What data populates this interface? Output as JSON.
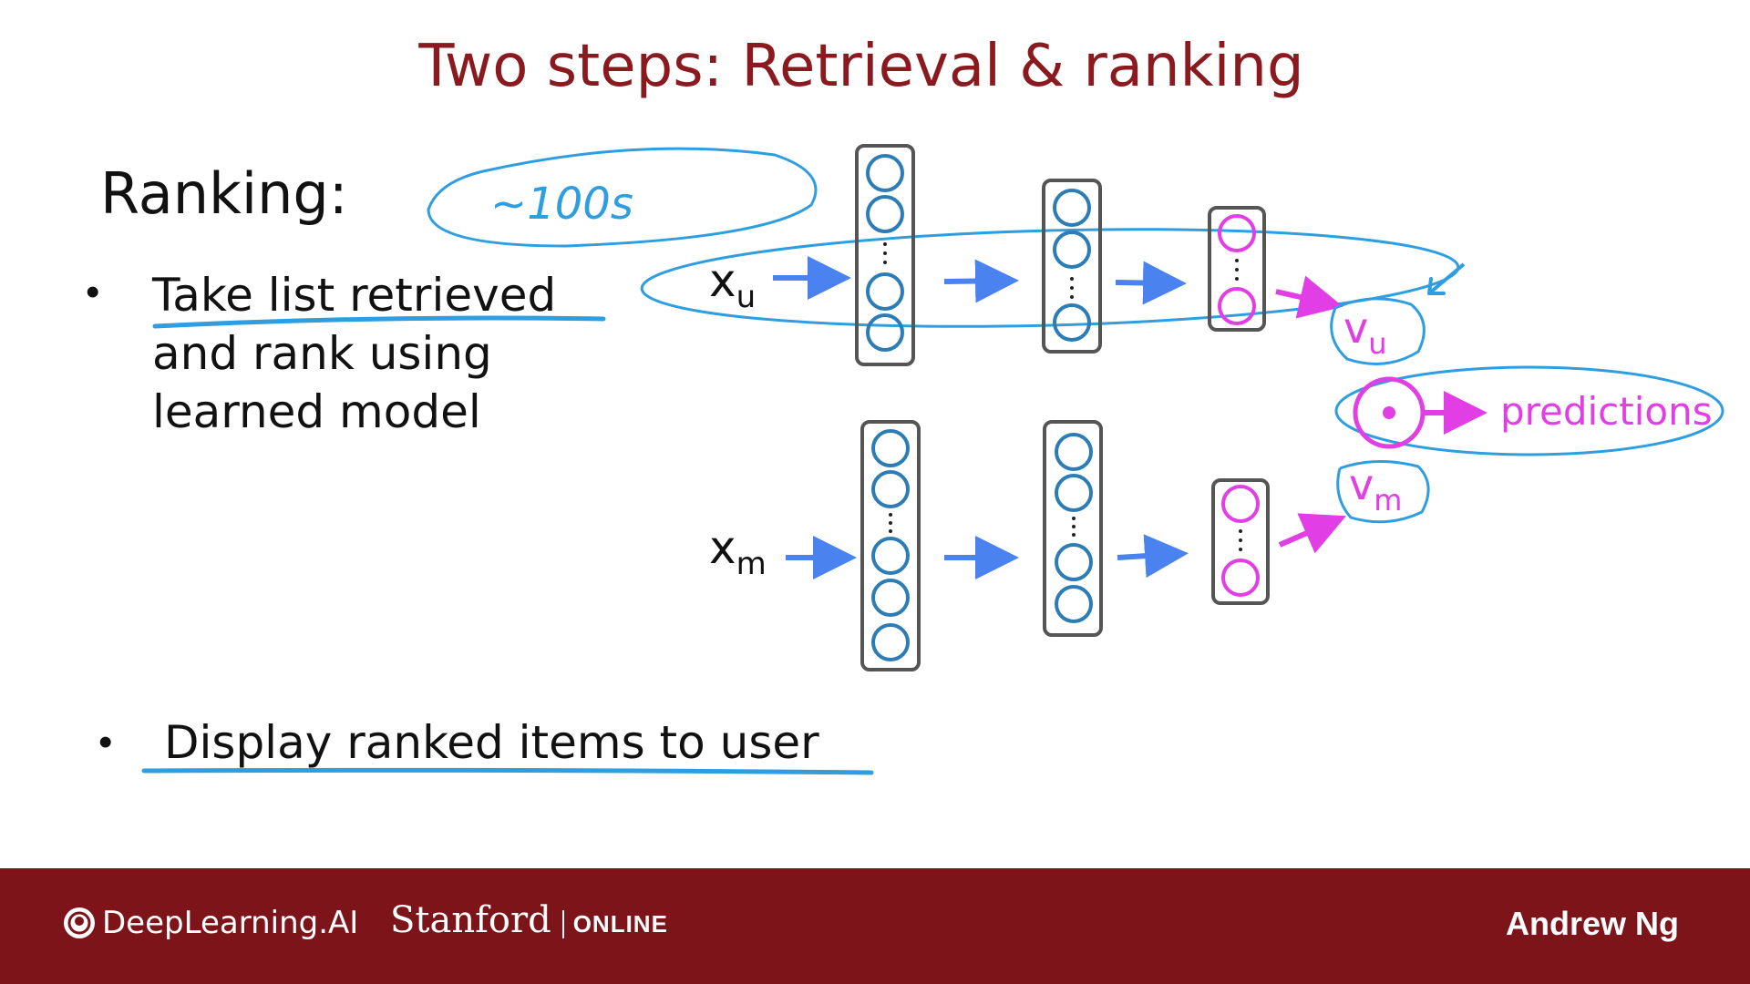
{
  "slide": {
    "title": "Two steps: Retrieval & ranking",
    "heading": "Ranking:",
    "bullets": [
      {
        "lines": [
          "Take list retrieved",
          "and rank using",
          "learned model"
        ]
      },
      {
        "lines": [
          "Display ranked items to user"
        ]
      }
    ],
    "annotation": "~100s"
  },
  "diagram": {
    "user_input_label": "x",
    "user_input_sub": "u",
    "movie_input_label": "x",
    "movie_input_sub": "m",
    "user_vector_label": "v",
    "user_vector_sub": "u",
    "movie_vector_label": "v",
    "movie_vector_sub": "m",
    "predictions_label": "predictions",
    "colors": {
      "network_node": "#2c7db5",
      "output_node": "#e23ee5",
      "arrow": "#4a82ef",
      "pen_ink": "#2f9ee0",
      "layer_box": "#555555"
    }
  },
  "footer": {
    "brand": "DeepLearning.AI",
    "partner": "Stanford",
    "partner_suffix": "ONLINE",
    "author": "Andrew Ng"
  }
}
